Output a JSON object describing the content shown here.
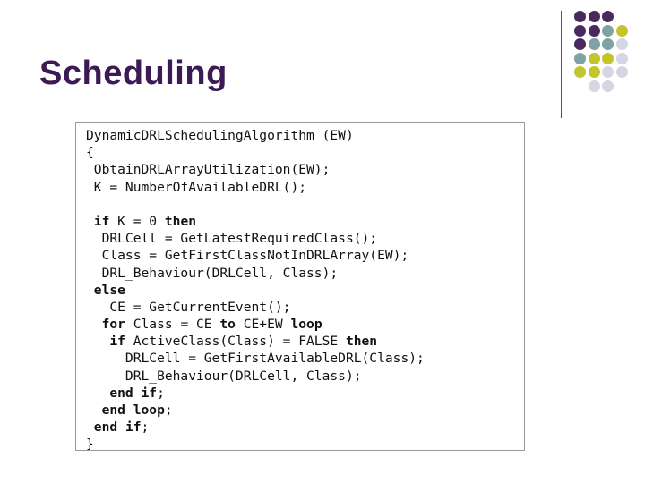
{
  "slide": {
    "title": "Scheduling",
    "colors": {
      "title": "#3b1a55",
      "dot_purple": "#4a2a5e",
      "dot_teal": "#7fa3a3",
      "dot_yellow": "#c4c42c",
      "dot_gray": "#d6d6e2"
    },
    "dot_grid": [
      [
        "purple",
        "purple",
        "purple",
        "none"
      ],
      [
        "purple",
        "purple",
        "teal",
        "yellow"
      ],
      [
        "purple",
        "teal",
        "teal",
        "gray"
      ],
      [
        "teal",
        "yellow",
        "yellow",
        "gray"
      ],
      [
        "yellow",
        "yellow",
        "gray",
        "gray"
      ],
      [
        "none",
        "gray",
        "gray",
        "none"
      ]
    ]
  },
  "code_block": {
    "lines": [
      [
        {
          "t": "DynamicDRLSchedulingAlgorithm (EW)"
        }
      ],
      [
        {
          "t": "{"
        }
      ],
      [
        {
          "t": " ObtainDRLArrayUtilization(EW);"
        }
      ],
      [
        {
          "t": " K = NumberOfAvailableDRL();"
        }
      ],
      [
        {
          "t": ""
        }
      ],
      [
        {
          "t": " "
        },
        {
          "t": "if",
          "kw": true
        },
        {
          "t": " K = 0 "
        },
        {
          "t": "then",
          "kw": true
        }
      ],
      [
        {
          "t": "  DRLCell = GetLatestRequiredClass();"
        }
      ],
      [
        {
          "t": "  Class = GetFirstClassNotInDRLArray(EW);"
        }
      ],
      [
        {
          "t": "  DRL_Behaviour(DRLCell, Class);"
        }
      ],
      [
        {
          "t": " "
        },
        {
          "t": "else",
          "kw": true
        }
      ],
      [
        {
          "t": "   CE = GetCurrentEvent();"
        }
      ],
      [
        {
          "t": "  "
        },
        {
          "t": "for",
          "kw": true
        },
        {
          "t": " Class = CE "
        },
        {
          "t": "to",
          "kw": true
        },
        {
          "t": " CE+EW "
        },
        {
          "t": "loop",
          "kw": true
        }
      ],
      [
        {
          "t": "   "
        },
        {
          "t": "if",
          "kw": true
        },
        {
          "t": " ActiveClass(Class) = FALSE "
        },
        {
          "t": "then",
          "kw": true
        }
      ],
      [
        {
          "t": "     DRLCell = GetFirstAvailableDRL(Class);"
        }
      ],
      [
        {
          "t": "     DRL_Behaviour(DRLCell, Class);"
        }
      ],
      [
        {
          "t": "   "
        },
        {
          "t": "end if",
          "kw": true
        },
        {
          "t": ";"
        }
      ],
      [
        {
          "t": "  "
        },
        {
          "t": "end loop",
          "kw": true
        },
        {
          "t": ";"
        }
      ],
      [
        {
          "t": " "
        },
        {
          "t": "end if",
          "kw": true
        },
        {
          "t": ";"
        }
      ],
      [
        {
          "t": "}"
        }
      ]
    ]
  }
}
